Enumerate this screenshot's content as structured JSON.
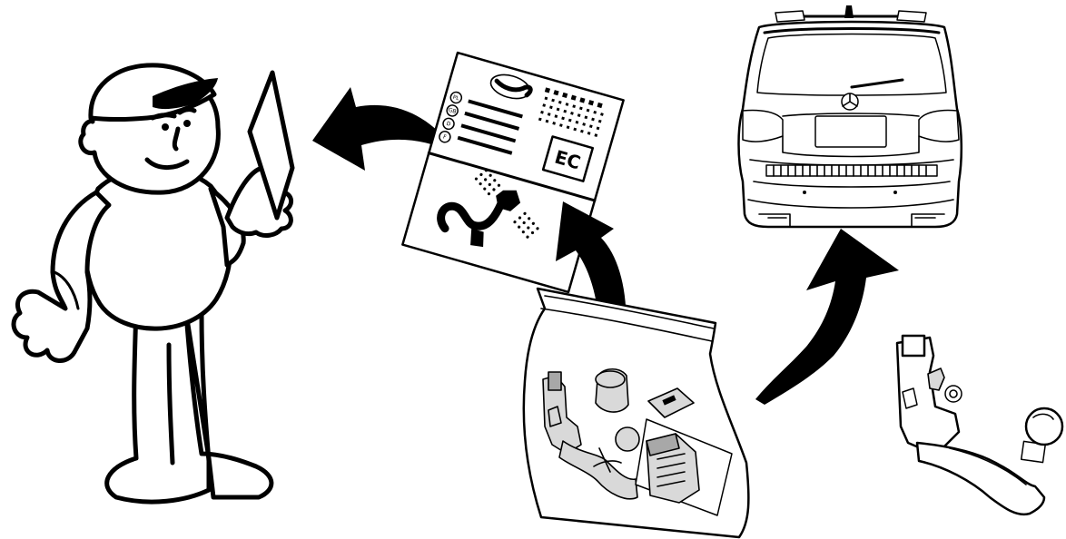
{
  "certificate": {
    "ec_mark": "EC",
    "country_codes": [
      "PL",
      "GB",
      "D",
      "F"
    ]
  }
}
